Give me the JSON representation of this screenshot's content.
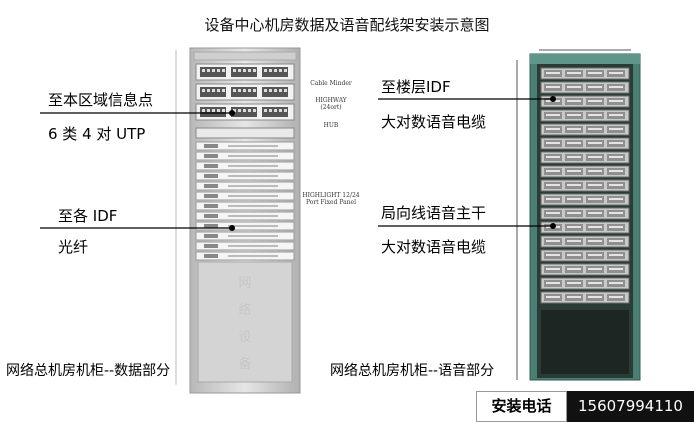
{
  "title": "设备中心机房数据及语音配线架安装示意图",
  "colors": {
    "left_rack": "#d8d8d8",
    "right_rack": "#4a7f74",
    "right_rack_inner": "#2b3b38",
    "phone_bg": "#111111"
  },
  "left_rack": {
    "labels": {
      "top": "Cable Minder",
      "hw1": "HIGHWAY",
      "hw2": "(24ort)",
      "hub": "HUB",
      "hl1": "HIGHLIGHT 12/24",
      "hl2": "Port Fixed Panel"
    },
    "panel_text": "网\n络\n设\n备"
  },
  "annotations": {
    "left_top_1": "至本区域信息点",
    "left_top_2": "6 类 4 对 UTP",
    "left_mid_1": "至各 IDF",
    "left_mid_2": "光纤",
    "right_top_1": "至楼层IDF",
    "right_top_2": "大对数语音电缆",
    "right_mid_1": "局向线语音主干",
    "right_mid_2": "大对数语音电缆"
  },
  "captions": {
    "left": "网络总机房机柜--数据部分",
    "right": "网络总机房机柜--语音部分"
  },
  "phone": {
    "label": "安装电话",
    "number": "15607994110"
  }
}
